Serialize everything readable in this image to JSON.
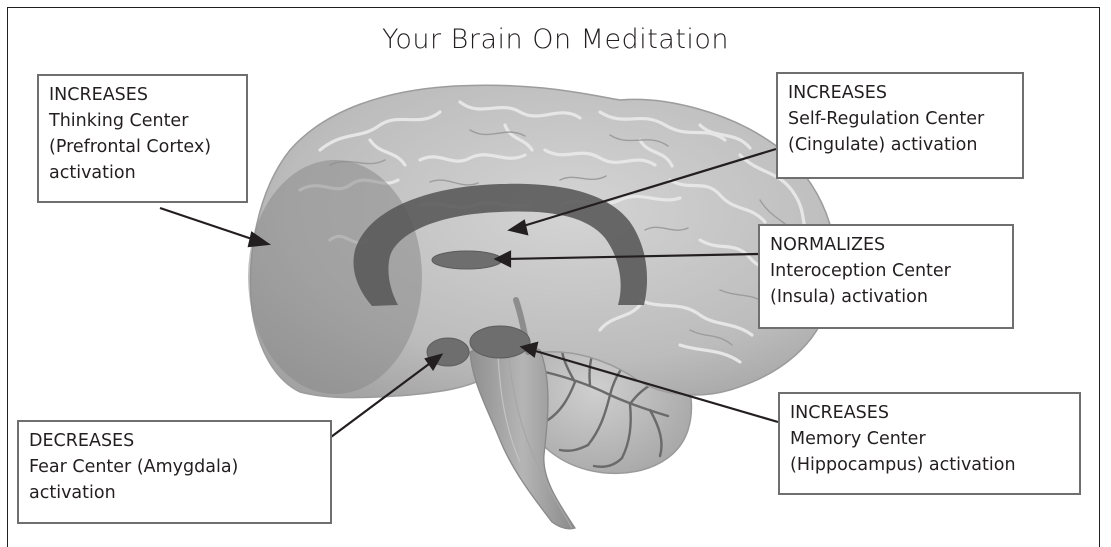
{
  "title": "Your Brain On Meditation",
  "labels": {
    "prefrontal": {
      "lines": [
        "INCREASES",
        "Thinking Center",
        "(Prefrontal Cortex)",
        "activation"
      ]
    },
    "cingulate": {
      "lines": [
        "INCREASES",
        "Self-Regulation Center",
        "(Cingulate) activation"
      ]
    },
    "insula": {
      "lines": [
        "NORMALIZES",
        "Interoception Center",
        "(Insula) activation"
      ]
    },
    "amygdala": {
      "lines": [
        "DECREASES",
        "Fear Center (Amygdala)",
        "activation"
      ]
    },
    "hippocampus": {
      "lines": [
        "INCREASES",
        "Memory Center",
        "(Hippocampus) activation"
      ]
    }
  },
  "colors": {
    "brain": "#b9b9b9",
    "frontal_highlight": "#8a8a8a",
    "cingulate": "#5a5a5a",
    "regions": "#6e6e6e",
    "cerebellum": "#c6c6c6",
    "text": "#231f20"
  }
}
